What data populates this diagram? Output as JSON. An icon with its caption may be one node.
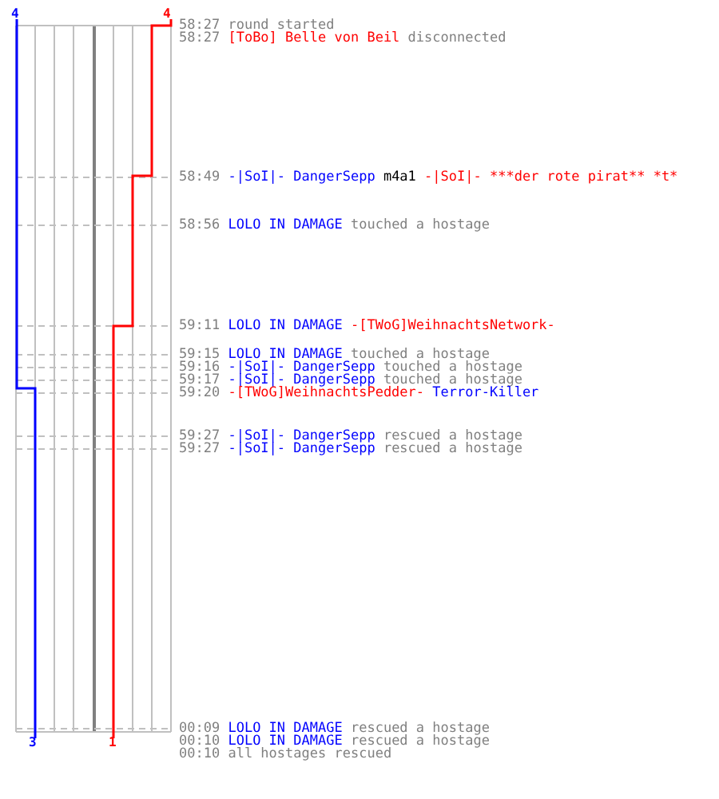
{
  "diagram": {
    "labels": [
      "4",
      "4",
      "58:27",
      "round started",
      "58:27",
      "[ToBo] Belle von Beil",
      "disconnected",
      "58:49",
      "-|SoI|- DangerSepp",
      "m4a1",
      "-|SoI|- ***der rote pirat** *t*",
      "58:56",
      "LOLO IN DAMAGE",
      "touched a hostage",
      "59:11",
      "LOLO IN DAMAGE",
      "-[TWoG]WeihnachtsNetwork-",
      "59:15",
      "LOLO IN DAMAGE",
      "touched a hostage",
      "59:16",
      "-|SoI|- DangerSepp",
      "touched a hostage",
      "59:17",
      "-|SoI|- DangerSepp",
      "touched a hostage",
      "59:20",
      "-[TWoG]WeihnachtsPedder-",
      "Terror-Killer",
      "59:27",
      "-|SoI|- DangerSepp",
      "rescued a hostage",
      "59:27",
      "-|SoI|- DangerSepp",
      "rescued a hostage",
      "00:09",
      "LOLO IN DAMAGE",
      "rescued a hostage",
      "00:10",
      "LOLO IN DAMAGE",
      "rescued a hostage",
      "00:10",
      "all hostages rescued",
      "3",
      "1"
    ]
  }
}
